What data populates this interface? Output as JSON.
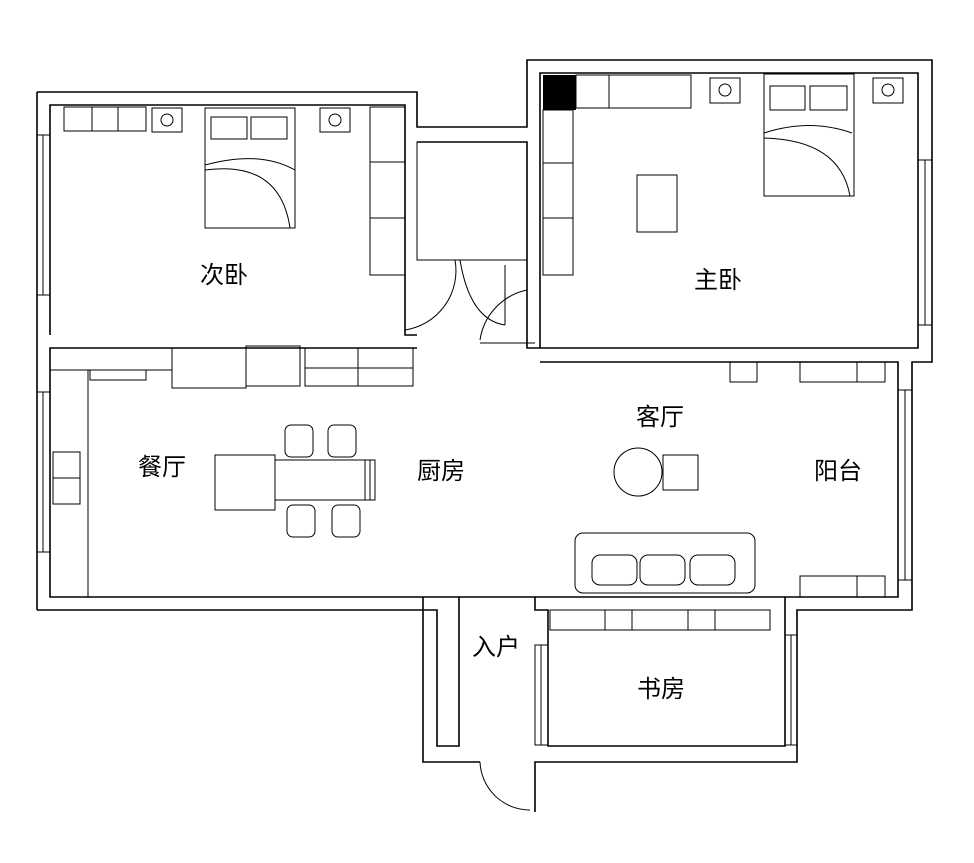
{
  "rooms": {
    "second_bedroom": "次卧",
    "master_bedroom": "主卧",
    "living_room": "客厅",
    "dining_room": "餐厅",
    "kitchen": "厨房",
    "balcony": "阳台",
    "entrance": "入户",
    "study": "书房"
  }
}
